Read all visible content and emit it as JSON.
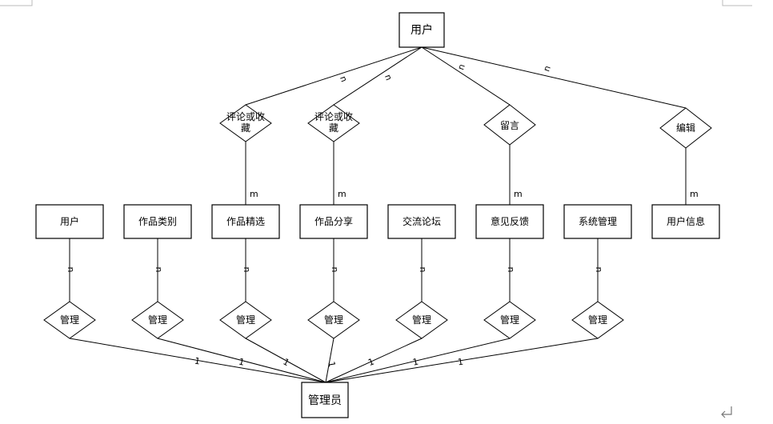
{
  "diagram": {
    "top_entity": "用户",
    "top_relations": [
      {
        "label_line1": "评论或收",
        "label_line2": "藏",
        "card_top": "n",
        "card_bottom": "m"
      },
      {
        "label_line1": "评论或收",
        "label_line2": "藏",
        "card_top": "n",
        "card_bottom": "m"
      },
      {
        "label_line1": "留言",
        "label_line2": "",
        "card_top": "n",
        "card_bottom": "m"
      },
      {
        "label_line1": "编辑",
        "label_line2": "",
        "card_top": "n",
        "card_bottom": "m"
      }
    ],
    "entities": [
      "用户",
      "作品类别",
      "作品精选",
      "作品分享",
      "交流论坛",
      "意见反馈",
      "系统管理",
      "用户信息"
    ],
    "manage_relation": "管理",
    "entity_card": "n",
    "admin_card": "1",
    "bottom_entity": "管理员"
  }
}
